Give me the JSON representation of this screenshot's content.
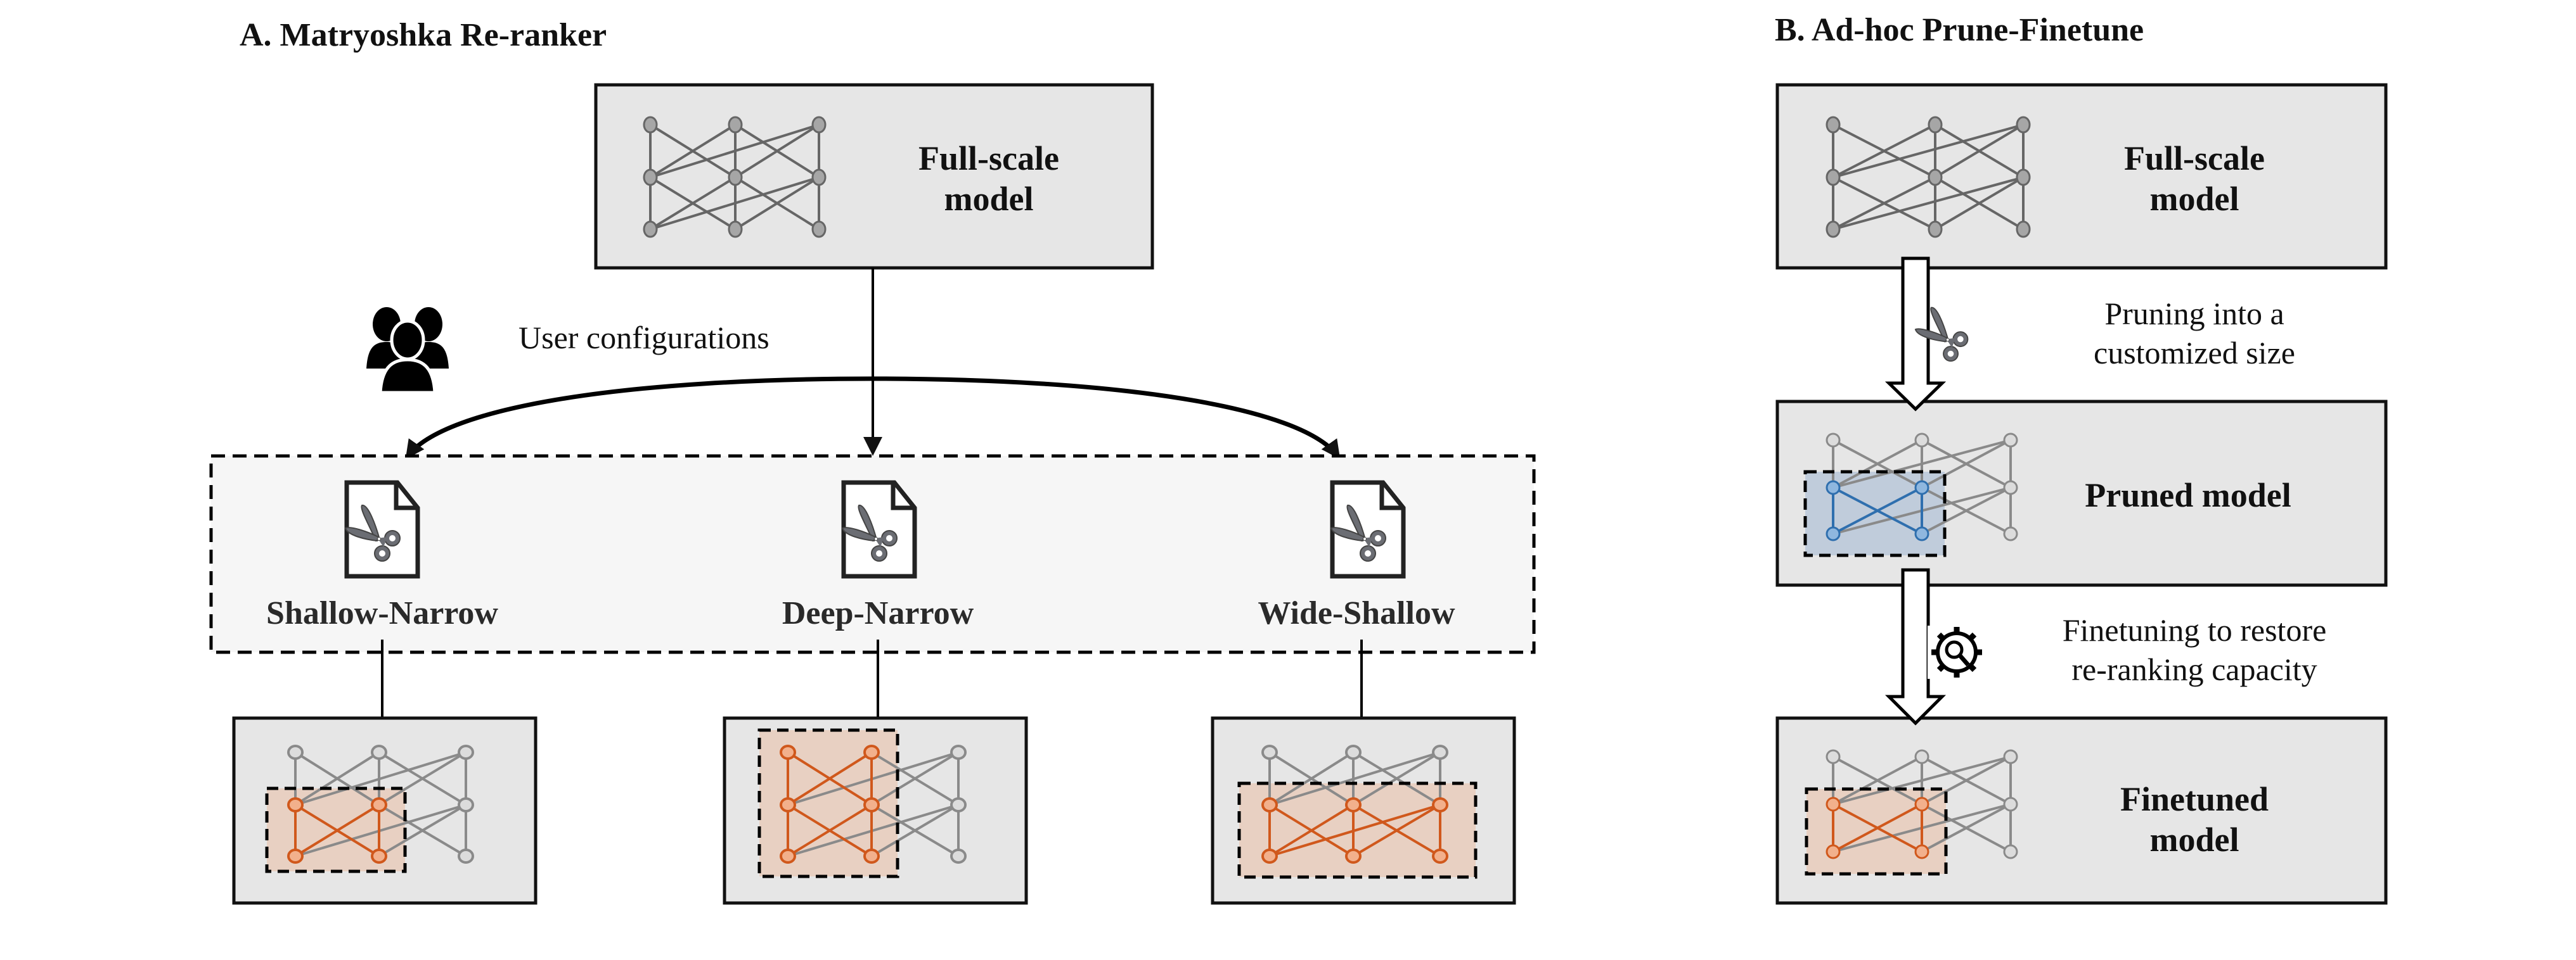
{
  "panel_a": {
    "title": "A. Matryoshka Re-ranker",
    "full_model": {
      "line1": "Full-scale",
      "line2": "model"
    },
    "user_configurations": "User configurations",
    "configs": [
      {
        "label": "Shallow-Narrow"
      },
      {
        "label": "Deep-Narrow"
      },
      {
        "label": "Wide-Shallow"
      }
    ]
  },
  "panel_b": {
    "title": "B. Ad-hoc Prune-Finetune",
    "full_model": {
      "line1": "Full-scale",
      "line2": "model"
    },
    "prune_step": {
      "line1": "Pruning into a",
      "line2": "customized size"
    },
    "pruned_model": "Pruned model",
    "finetune_step": {
      "line1": "Finetuning to restore",
      "line2": "re-ranking capacity"
    },
    "finetuned_model": {
      "line1": "Finetuned",
      "line2": "model"
    }
  },
  "colors": {
    "box_fill": "#e6e6e6",
    "config_fill": "#f6f6f6",
    "node_full": "#a6a6a6",
    "node_edge_full": "#666666",
    "node_faded": "#dcdcdc",
    "edge_faded": "#8a8a8a",
    "orange": "#d0581c",
    "orange_fill": "#f2b08c",
    "orange_region": "#e8d0c2",
    "blue": "#2f6fae",
    "blue_fill": "#8fb7df",
    "blue_region": "#c0ccdb"
  }
}
